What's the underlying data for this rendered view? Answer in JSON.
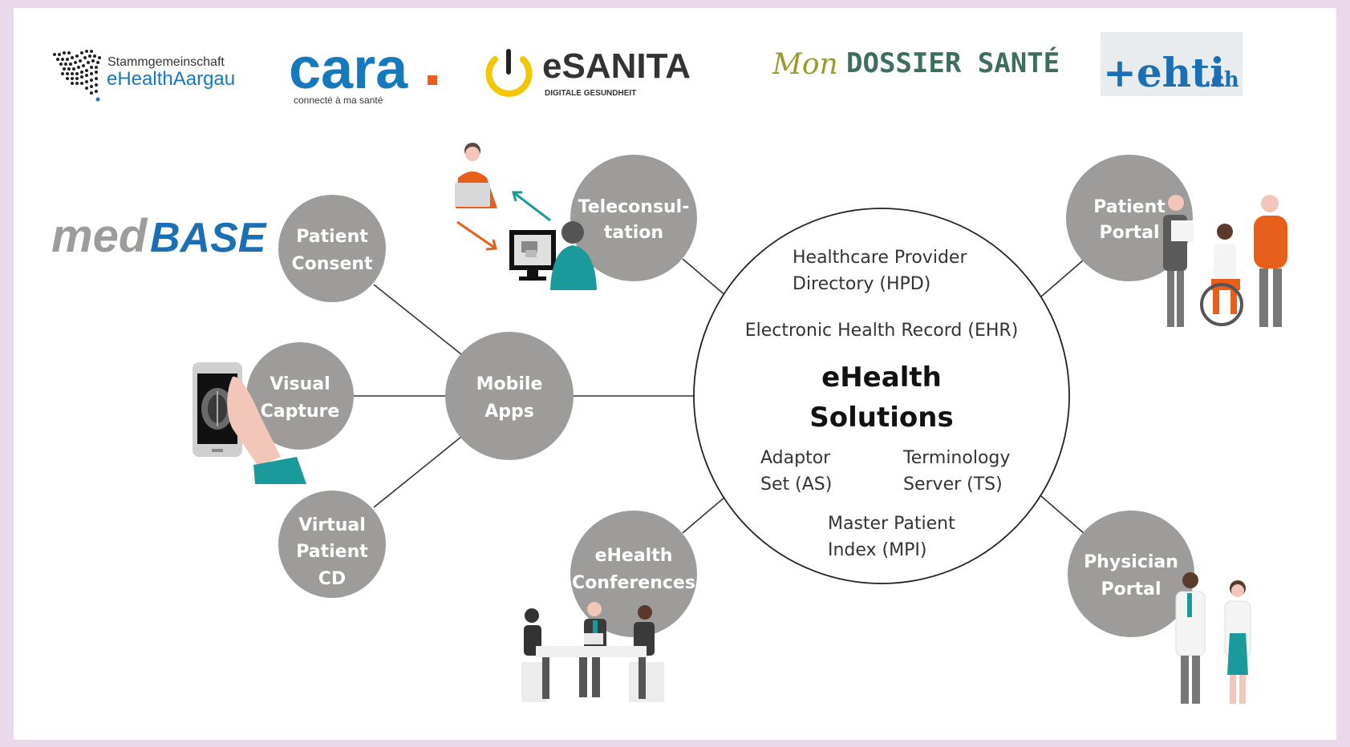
{
  "logos": {
    "aargau": {
      "line1": "Stammgemeinschaft",
      "line2": "eHealthAargau"
    },
    "cara": {
      "name": "cara",
      "tagline": "connecté à ma santé"
    },
    "esanita": {
      "name": "eSANITA",
      "tagline": "DIGITALE GESUNDHEIT"
    },
    "mondossier": {
      "mon": "Mon",
      "rest": "DOSSIER SANTÉ"
    },
    "ehti": {
      "name": "+ehti",
      "suffix": ".ch"
    },
    "medbase": {
      "med": "med",
      "base": "BASE"
    }
  },
  "hub": {
    "title_line1": "eHealth",
    "title_line2": "Solutions",
    "hpd_line1": "Healthcare Provider",
    "hpd_line2": "Directory (HPD)",
    "ehr": "Electronic Health Record (EHR)",
    "as_line1": "Adaptor",
    "as_line2": "Set (AS)",
    "ts_line1": "Terminology",
    "ts_line2": "Server (TS)",
    "mpi_line1": "Master Patient",
    "mpi_line2": "Index (MPI)"
  },
  "nodes": {
    "teleconsultation": [
      "Teleconsul-",
      "tation"
    ],
    "patient_portal": [
      "Patient",
      "Portal"
    ],
    "patient_consent": [
      "Patient",
      "Consent"
    ],
    "visual_capture": [
      "Visual",
      "Capture"
    ],
    "mobile_apps": [
      "Mobile",
      "Apps"
    ],
    "virtual_patient_cd": [
      "Virtual",
      "Patient",
      "CD"
    ],
    "ehealth_conferences": [
      "eHealth",
      "Conferences"
    ],
    "physician_portal": [
      "Physician",
      "Portal"
    ]
  },
  "colors": {
    "node_fill": "#9d9c9b",
    "line": "#333333",
    "orange": "#e85f1c",
    "teal": "#1a9a9a",
    "cara_blue": "#1479bd",
    "esanita_yellow": "#f3c600",
    "medbase_blue": "#1a6fb5",
    "mondossier_green": "#3e6e5c",
    "mondossier_olive": "#9a9a2e"
  },
  "icons": [
    "doctor-laptop-icon",
    "video-call-icon",
    "smartphone-brain-scan-icon",
    "meeting-table-icon",
    "patients-group-icon",
    "physicians-icon"
  ]
}
